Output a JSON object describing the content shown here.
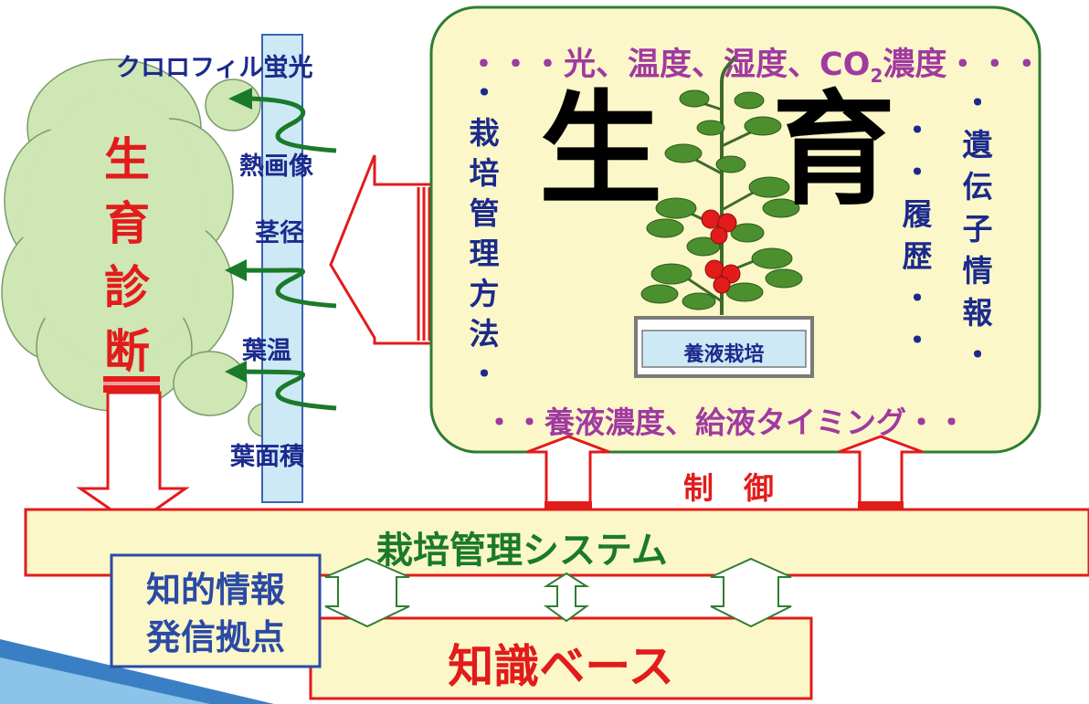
{
  "colors": {
    "cream": "#fbf7c8",
    "green_border": "#2e7d32",
    "red": "#e21b1b",
    "navy": "#1b2a8c",
    "magenta": "#a03aa0",
    "strip": "#cde9f5",
    "strip_border": "#3a64b4",
    "green_text": "#1a7a2a",
    "tree": "#cfe6b5"
  },
  "sensing": {
    "chlorophyll": "クロロフィル蛍光",
    "thermal": "熱画像",
    "stem": "茎径",
    "leaf_temp": "葉温",
    "leaf_area": "葉面積"
  },
  "diagnosis": {
    "chars": [
      "生",
      "育",
      "診",
      "断"
    ]
  },
  "growth_box": {
    "title_chars": [
      "生",
      "育"
    ],
    "top_line_main": "・・・光、温度、湿度、CO",
    "top_line_sub": "2",
    "top_line_end": "濃度・・・",
    "left_vertical": [
      "・",
      "栽",
      "培",
      "管",
      "理",
      "方",
      "法",
      "・"
    ],
    "history_vertical": [
      "・",
      "・",
      "履",
      "歴",
      "・",
      "・"
    ],
    "gene_vertical": [
      "・",
      "遺",
      "伝",
      "子",
      "情",
      "報",
      "・"
    ],
    "bottom_line": "・・養液濃度、給液タイミング・・",
    "hydroponics_label": "養液栽培"
  },
  "control_label": "制　御",
  "system_bar_label": "栽培管理システム",
  "info_hub": {
    "line1": "知的情報",
    "line2": "発信拠点"
  },
  "knowledge_base": "知識ベース"
}
